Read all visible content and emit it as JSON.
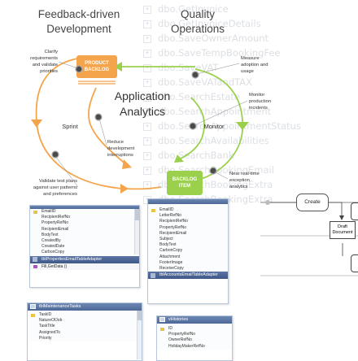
{
  "diagram": {
    "title_left": [
      "Feedback-driven",
      "Development"
    ],
    "title_right": [
      "Quality",
      "Operations"
    ],
    "center": [
      "Application",
      "Analytics"
    ],
    "product_backlog": [
      "PRODUCT",
      "BACKLOG"
    ],
    "backlog": [
      "BACKLOG",
      "ITEM"
    ],
    "sprint": "Sprint",
    "monitor": "Monitor",
    "clarify": [
      "Clarify",
      "requirements",
      "and validate",
      "priorities"
    ],
    "reduce": [
      "Reduce",
      "development",
      "interruptions"
    ],
    "validate": [
      "Validate test plans",
      "against user patterns",
      "and preferences"
    ],
    "measure": [
      "Measure",
      "adoption and",
      "usage"
    ],
    "monitor_incidents": [
      "Monitor",
      "production",
      "incidents"
    ],
    "realtime": [
      "Near real-time",
      "exception",
      "analytics"
    ],
    "colors": {
      "orange": "#f4a44a",
      "green": "#9bd04c",
      "dark": "#4a4a4a"
    }
  },
  "background_list": [
    "dbo.GetInvoice",
    "dbo.GetInvoiceDetails",
    "dbo.SaveOwnerAmount",
    "dbo.SaveTempBookingFee",
    "dbo.SaveVAT",
    "dbo.SaveVATandTAX",
    "dbo.SearchEstate",
    "dbo.SearchAppointment",
    "dbo.SearchAppointmentStatus",
    "dbo.SearchAvailabilities",
    "dbo.SearchBank",
    "dbo.SearchBookingEmail",
    "dbo.SearchBookingExtra",
    "dbo.SearchBookingExtra"
  ],
  "flow": {
    "create": "Create",
    "draft": [
      "Draft",
      "Document"
    ]
  },
  "tables": {
    "t1": {
      "rows": [
        "EmailID",
        "RecipientRefNo",
        "PropertyRefNo",
        "RecipientEmail",
        "BodyText",
        "CreatedBy",
        "CreatedDate",
        "CarbonCopy"
      ],
      "footer": "tblPropertiesEmailTableAdapter",
      "method": "Fill,GetData ()"
    },
    "t2": {
      "rows": [
        "EmailID",
        "LetterRefNo",
        "RecipientRefNo",
        "PropertyRefNo",
        "RecipientEmail",
        "Subject",
        "BodyText",
        "CarbonCopy",
        "Attachment",
        "FooterImage",
        "ReceiveCopy"
      ],
      "footer": "tblAccountsEmailTableAdapter"
    },
    "t3": {
      "header": "tblMaintenanceTasks",
      "rows": [
        "TaskID",
        "NatureOfJob",
        "TaskTitle",
        "AssignedTo",
        "Priority"
      ]
    },
    "t4": {
      "header": "vHistories",
      "rows": [
        "ID",
        "PropertyRefNo",
        "OwnerRefNo",
        "HolidayMakerRefNo"
      ]
    }
  }
}
